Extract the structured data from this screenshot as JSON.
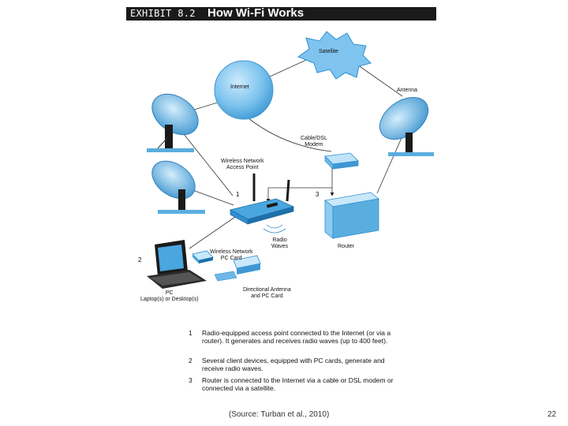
{
  "header": {
    "exhibit": "EXHIBIT 8.2",
    "title": "How Wi-Fi Works"
  },
  "labels": {
    "satellite": "Satellite",
    "internet": "Internet",
    "antenna": "Antenna",
    "modem": "Cable/DSL\nModem",
    "access_point": "Wireless Network\nAccess Point",
    "radio_waves": "Radio\nWaves",
    "router": "Router",
    "pc_card": "Wireless Network\nPC Card",
    "directional": "Directional Antenna\nand PC Card",
    "pc": "PC\nLaptop(s) or Desktop(s)"
  },
  "markers": {
    "one": "1",
    "two": "2",
    "three": "3"
  },
  "legend": [
    {
      "num": "1",
      "text": "Radio-equipped access point connected to the Internet (or via a router). It generates and receives radio waves (up to 400 feet)."
    },
    {
      "num": "2",
      "text": "Several client devices, equipped with PC cards, generate and receive radio waves."
    },
    {
      "num": "3",
      "text": "Router is connected to the Internet via a cable or DSL modem or connected via a satellite."
    }
  ],
  "footer": {
    "source": "(Source: Turban et al., 2010)",
    "page": "22"
  },
  "colors": {
    "blue": "#2f8fd0",
    "light_blue": "#8ccbf0",
    "dark": "#1a1a1a"
  }
}
